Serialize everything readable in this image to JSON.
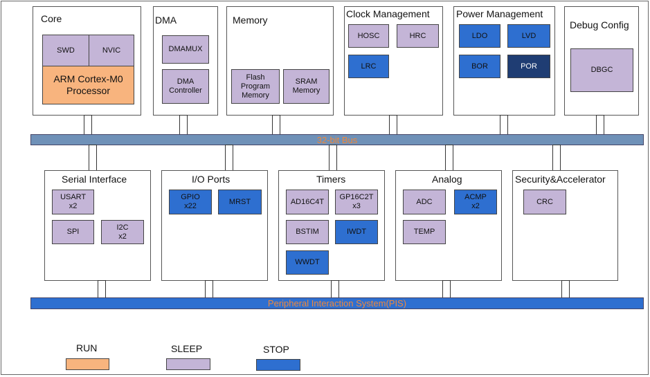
{
  "top_groups": {
    "core": {
      "title": "Core",
      "swd": "SWD",
      "nvic": "NVIC",
      "processor": "ARM Cortex-M0 Processor"
    },
    "dma": {
      "title": "DMA",
      "dmamux": "DMAMUX",
      "controller": "DMA Controller"
    },
    "memory": {
      "title": "Memory",
      "flash": "Flash Program Memory",
      "sram": "SRAM Memory"
    },
    "clock": {
      "title": "Clock Management",
      "hosc": "HOSC",
      "hrc": "HRC",
      "lrc": "LRC"
    },
    "power": {
      "title": "Power Management",
      "ldo": "LDO",
      "lvd": "LVD",
      "bor": "BOR",
      "por": "POR"
    },
    "debug": {
      "title": "Debug Config",
      "dbgc": "DBGC"
    }
  },
  "bus_top": "32-bit Bus",
  "bottom_groups": {
    "serial": {
      "title": "Serial Interface",
      "usart": "USART x2",
      "spi": "SPI",
      "i2c": "I2C x2"
    },
    "io": {
      "title": "I/O Ports",
      "gpio": "GPIO x22",
      "mrst": "MRST"
    },
    "timers": {
      "title": "Timers",
      "ad16c4t": "AD16C4T",
      "gp16c2t": "GP16C2T x3",
      "bstim": "BSTIM",
      "iwdt": "IWDT",
      "wwdt": "WWDT"
    },
    "analog": {
      "title": "Analog",
      "adc": "ADC",
      "acmp": "ACMP x2",
      "temp": "TEMP"
    },
    "security": {
      "title": "Security&Accelerator",
      "crc": "CRC"
    }
  },
  "bus_bottom": "Peripheral Interaction System(PIS)",
  "legend": {
    "run": "RUN",
    "sleep": "SLEEP",
    "stop": "STOP"
  },
  "colors": {
    "run": "#f8b47e",
    "sleep": "#c4b5d7",
    "stop": "#2e6fd0",
    "por": "#1f3d73",
    "bus_top": "#6f91b8",
    "bus_bottom": "#2e6fd0",
    "bus_text": "#f0883a"
  }
}
